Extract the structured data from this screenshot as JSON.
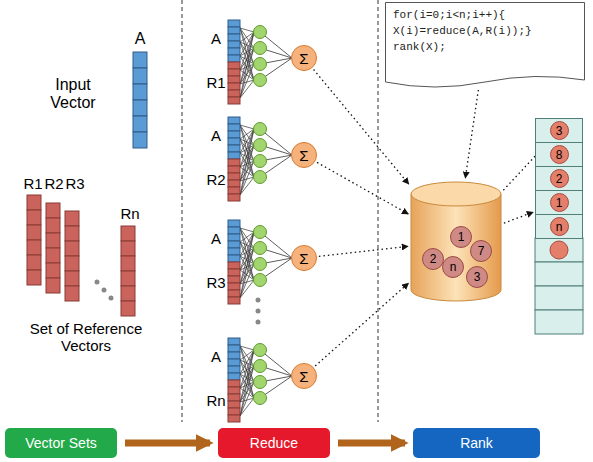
{
  "diagram": {
    "nodes": [
      {
        "text": [
          "Vector Sets"
        ]
      },
      {
        "text": [
          "Reduce"
        ]
      },
      {
        "text": [
          "Rank"
        ]
      },
      {
        "text": [
          "for(i=0;i<n;i++){ X(i)=reduce(A,R(i));} rank(X);"
        ]
      },
      {
        "text": [
          "Σ"
        ]
      },
      {
        "text": [
          "Σ"
        ]
      },
      {
        "text": [
          "Σ"
        ]
      },
      {
        "text": [
          "Σ"
        ]
      },
      {
        "text": [
          "1",
          "2",
          "n",
          "7",
          "3"
        ]
      },
      {
        "text": [
          "3"
        ]
      },
      {
        "text": [
          "8"
        ]
      },
      {
        "text": [
          "2"
        ]
      },
      {
        "text": [
          "1"
        ]
      },
      {
        "text": [
          "n"
        ]
      }
    ],
    "edges": [
      {
        "from": 0,
        "to": 1,
        "arrow": "to"
      },
      {
        "from": 1,
        "to": 2,
        "arrow": "to"
      },
      {
        "from": 4,
        "to": 8,
        "arrow": "to"
      },
      {
        "from": 5,
        "to": 8,
        "arrow": "to"
      },
      {
        "from": 6,
        "to": 8,
        "arrow": "to"
      },
      {
        "from": 7,
        "to": 8,
        "arrow": "to"
      },
      {
        "from": 3,
        "to": 8,
        "arrow": "to"
      },
      {
        "from": 8,
        "to": 9,
        "arrow": "to"
      },
      {
        "from": 8,
        "to": 12,
        "arrow": "to"
      }
    ],
    "labels": [
      "A",
      "Input Vector",
      "R1",
      "R2",
      "R3",
      "Rn",
      "Set of Reference Vectors",
      "A",
      "R1",
      "A",
      "R2",
      "A",
      "R3",
      "A",
      "Rn"
    ]
  }
}
